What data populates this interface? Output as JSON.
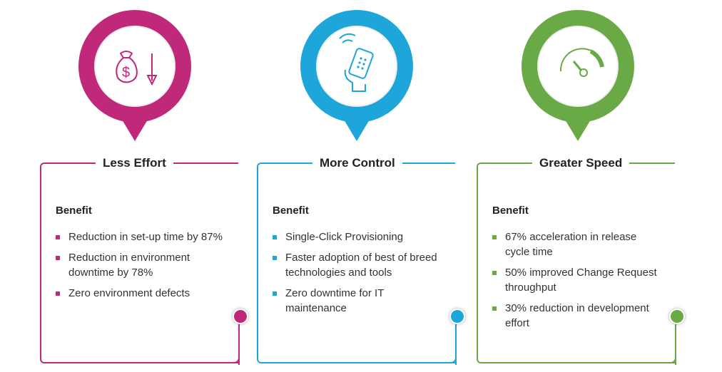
{
  "colors": {
    "effort": "#c0297a",
    "control": "#1ea5d9",
    "speed": "#6aaa46"
  },
  "panels": [
    {
      "title": "Less Effort",
      "icon": "money-bag-down-icon",
      "benefit_label": "Benefit",
      "items": [
        "Reduction in set-up time by 87%",
        "Reduction in environment downtime by 78%",
        "Zero environment defects"
      ]
    },
    {
      "title": "More Control",
      "icon": "remote-control-hand-icon",
      "benefit_label": "Benefit",
      "items": [
        "Single-Click Provisioning",
        "Faster adoption of best of breed technologies and tools",
        "Zero downtime for IT maintenance"
      ]
    },
    {
      "title": "Greater Speed",
      "icon": "speedometer-icon",
      "benefit_label": "Benefit",
      "items": [
        "67% acceleration in release cycle time",
        "50% improved Change Request throughput",
        "30% reduction in development effort"
      ]
    }
  ]
}
